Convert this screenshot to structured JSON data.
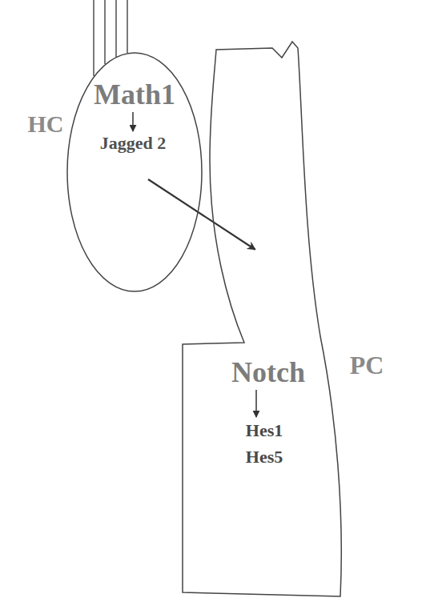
{
  "diagram": {
    "nodes": [
      {
        "text": [
          "HC",
          "Math1",
          "Jagged 2"
        ]
      },
      {
        "text": [
          "PC",
          "Notch",
          "Hes1",
          "Hes5"
        ]
      }
    ],
    "edges": [
      {
        "from": 0,
        "to": 1,
        "arrow": "to"
      }
    ]
  }
}
